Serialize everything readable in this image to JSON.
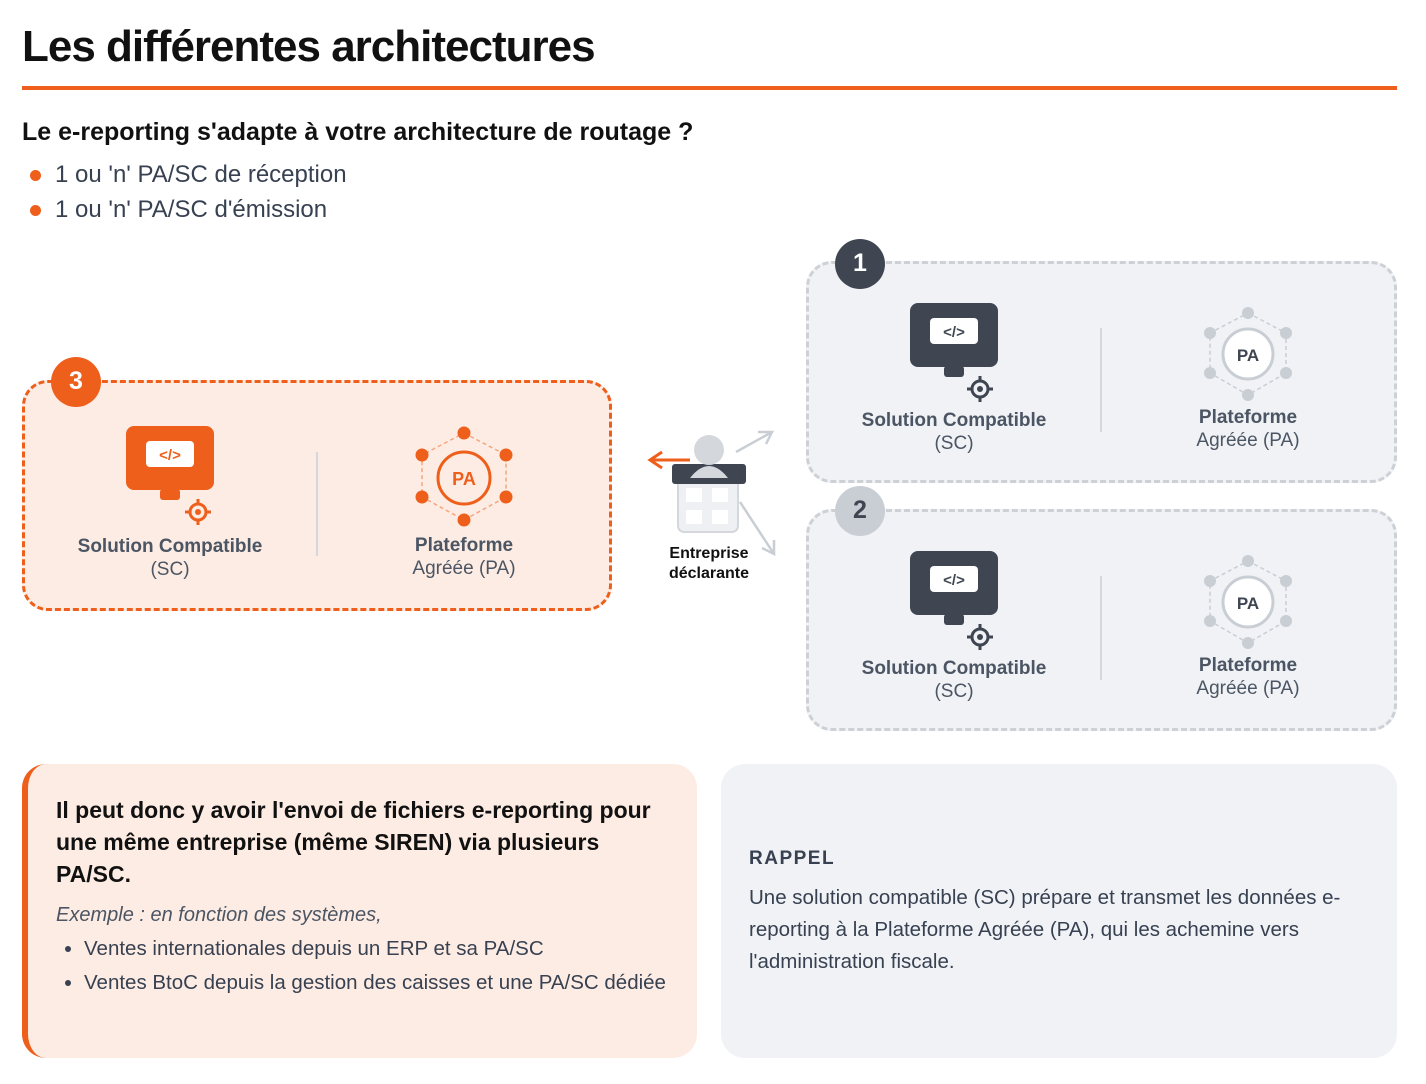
{
  "page": {
    "title": "Les différentes architectures",
    "question": "Le e-reporting s'adapte à votre architecture de routage ?",
    "bullets": [
      "1 ou 'n' PA/SC de réception",
      "1 ou 'n' PA/SC d'émission"
    ]
  },
  "diagram": {
    "entreprise": {
      "line1": "Entreprise",
      "line2": "déclarante"
    },
    "architectures": [
      {
        "number": "1",
        "sc_line1": "Solution Compatible",
        "sc_line2": "(SC)",
        "sc_icon": "</>",
        "pa_line1": "Plateforme",
        "pa_line2": "Agréée (PA)",
        "pa_icon": "PA"
      },
      {
        "number": "2",
        "sc_line1": "Solution Compatible",
        "sc_line2": "(SC)",
        "sc_icon": "</>",
        "pa_line1": "Plateforme",
        "pa_line2": "Agréée (PA)",
        "pa_icon": "PA"
      },
      {
        "number": "3",
        "sc_line1": "Solution Compatible",
        "sc_line2": "(SC)",
        "sc_icon": "</>",
        "pa_line1": "Plateforme",
        "pa_line2": "Agréée (PA)",
        "pa_icon": "PA"
      }
    ]
  },
  "notes": {
    "highlight": {
      "lead": "Il peut donc y avoir l'envoi de fichiers e-reporting pour une même entreprise (même SIREN) via plusieurs PA/SC.",
      "example": "Exemple : en fonction des systèmes,",
      "items": [
        "Ventes internationales depuis un ERP et sa PA/SC",
        "Ventes BtoC depuis la gestion des caisses et une PA/SC dédiée"
      ]
    },
    "reminder": {
      "title": "RAPPEL",
      "text": "Une solution compatible (SC) prépare et transmet les données e-reporting à la Plateforme Agréée (PA), qui les achemine vers l'administration fiscale."
    }
  },
  "colors": {
    "accent": "#ee5f1b",
    "dark": "#3f4652",
    "grey_card": "#f0f2f5",
    "orange_card": "#fdece3",
    "grey_badge": "#c9ced5"
  }
}
